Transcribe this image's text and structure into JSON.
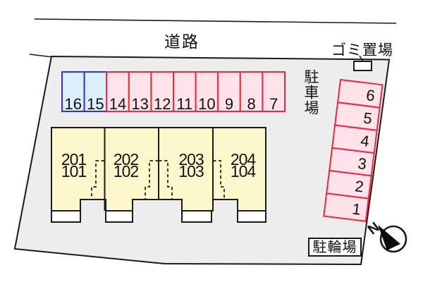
{
  "labels": {
    "road": "道路",
    "garbage_area": "ゴミ置場",
    "parking_lot": "駐車場",
    "bicycle_parking": "駐輪場",
    "north": "N"
  },
  "parking": {
    "top_row": [
      {
        "no": "16",
        "color": "blue"
      },
      {
        "no": "15",
        "color": "blue"
      },
      {
        "no": "14",
        "color": "red"
      },
      {
        "no": "13",
        "color": "red"
      },
      {
        "no": "12",
        "color": "red"
      },
      {
        "no": "11",
        "color": "red"
      },
      {
        "no": "10",
        "color": "red"
      },
      {
        "no": "9",
        "color": "red"
      },
      {
        "no": "8",
        "color": "red"
      },
      {
        "no": "7",
        "color": "red"
      }
    ],
    "right_column": [
      {
        "no": "6"
      },
      {
        "no": "5"
      },
      {
        "no": "4"
      },
      {
        "no": "3"
      },
      {
        "no": "2"
      },
      {
        "no": "1"
      }
    ]
  },
  "building": {
    "units": [
      {
        "upper": "201",
        "lower": "101"
      },
      {
        "upper": "202",
        "lower": "102"
      },
      {
        "upper": "203",
        "lower": "103"
      },
      {
        "upper": "204",
        "lower": "104"
      }
    ]
  },
  "colors": {
    "site_fill": "#ededed",
    "building_fill": "#fdf8cc",
    "blue_space_fill": "#dcf0fb",
    "blue_space_border": "#2f35dd",
    "red_space_fill": "#ffe2ea",
    "red_space_border": "#f22737",
    "line": "#1a1a1a"
  }
}
